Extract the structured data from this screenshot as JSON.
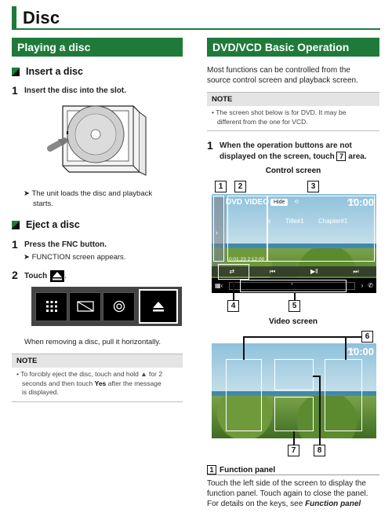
{
  "page": {
    "title": "Disc"
  },
  "left": {
    "section_title": "Playing a disc",
    "insert": {
      "heading": "Insert a disc",
      "step1_num": "1",
      "step1_text": "Insert the disc into the slot.",
      "result": "The unit loads the disc and playback",
      "result2": "starts."
    },
    "eject": {
      "heading": "Eject a disc",
      "step1_num": "1",
      "step1_prefix": "Press the ",
      "step1_key": "FNC",
      "step1_suffix": " button.",
      "step1_result": "FUNCTION screen appears.",
      "step2_num": "2",
      "step2_text": "Touch",
      "after_text": "When removing a disc, pull it horizontally."
    },
    "note": {
      "heading": "NOTE",
      "line1": "To forcibly eject the disc, touch and hold ▲ for 2",
      "line2_prefix": "seconds and then touch ",
      "line2_key": "Yes",
      "line2_suffix": " after the message",
      "line3": "is displayed."
    }
  },
  "right": {
    "section_title": "DVD/VCD Basic Operation",
    "intro1": "Most functions can be controlled from the",
    "intro2": "source control screen and playback screen.",
    "note": {
      "heading": "NOTE",
      "line1": "The screen shot below is for DVD. It may be",
      "line2": "different from the one for VCD."
    },
    "step1_num": "1",
    "step1_line1": "When the operation buttons are not",
    "step1_line2_prefix": "displayed on the screen, touch",
    "step1_line2_suffix": "area.",
    "control_caption": "Control screen",
    "video_caption": "Video screen",
    "screen": {
      "source": "DVD VIDEO",
      "hide_label": "Hide",
      "ampm": "AM",
      "clock": "10:00",
      "title_label": "Title#1",
      "chapter_label": "Chapter#1",
      "elapsed": "0:01:23  2:12:00"
    },
    "callouts": {
      "c1": "1",
      "c2": "2",
      "c3": "3",
      "c4": "4",
      "c5": "5",
      "c6": "6",
      "c7": "7",
      "c8": "8"
    },
    "function_panel": {
      "heading": "Function panel",
      "line1": "Touch the left side of the screen to display the",
      "line2": "function panel. Touch again to close the panel.",
      "line3_prefix": "For details on the keys, see ",
      "line3_link": "Function panel"
    }
  }
}
